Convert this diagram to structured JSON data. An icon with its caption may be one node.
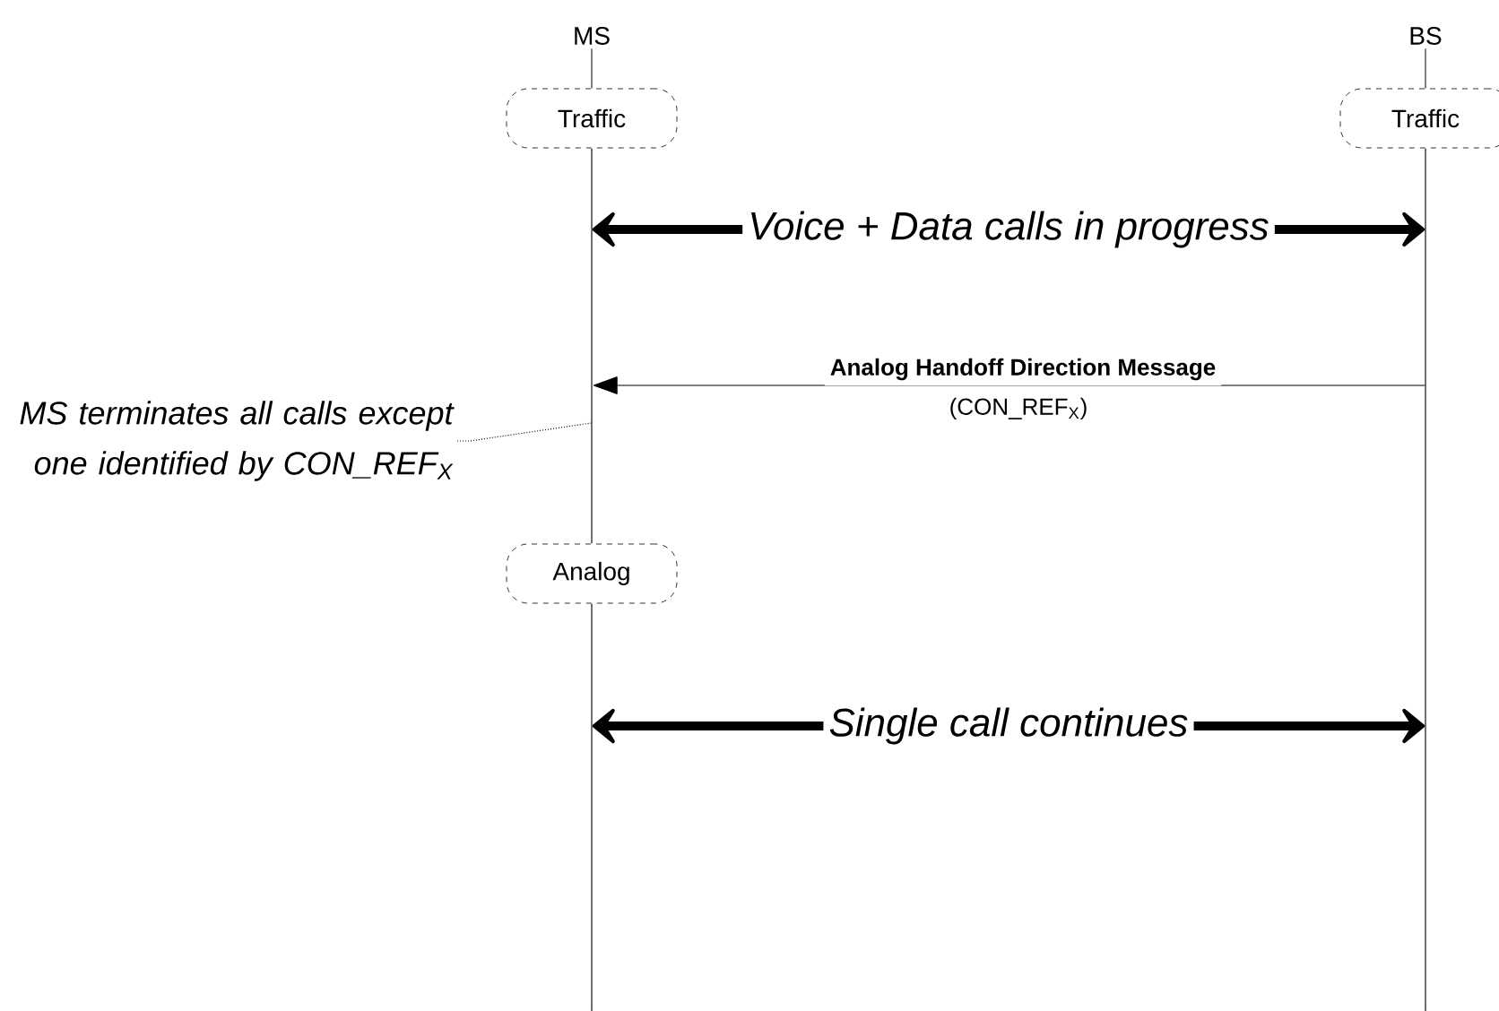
{
  "diagram": {
    "nodes": [
      {
        "text": [
          "MS"
        ]
      },
      {
        "text": [
          "BS"
        ]
      },
      {
        "text": [
          "Traffic"
        ]
      },
      {
        "text": [
          "Traffic"
        ]
      },
      {
        "text": [],
        "shape": "bar"
      },
      {
        "text": [],
        "shape": "bar"
      },
      {
        "text": [
          "Analog"
        ]
      },
      {
        "text": [],
        "shape": "bar"
      },
      {
        "text": [
          "MS terminates all calls except one identified by CON_REF$_{X}$"
        ]
      }
    ],
    "edges": [
      {
        "from": 0,
        "to": 2,
        "arrow": "none"
      },
      {
        "from": 1,
        "to": 3,
        "arrow": "none"
      },
      {
        "from": 4,
        "to": 5,
        "arrow": "both",
        "style": "thick",
        "label": "Voice + Data calls in progress"
      },
      {
        "from": 5,
        "to": 4,
        "arrow": "to",
        "label": "Analog Handoff Direction Message"
      },
      {
        "from": 8,
        "to": 4,
        "arrow": "none",
        "style": "dashed"
      },
      {
        "from": 7,
        "to": 5,
        "arrow": "both",
        "style": "thick",
        "label": "Single call continues"
      }
    ],
    "labels": [
      "(CON_REF$_{X}$)"
    ]
  }
}
